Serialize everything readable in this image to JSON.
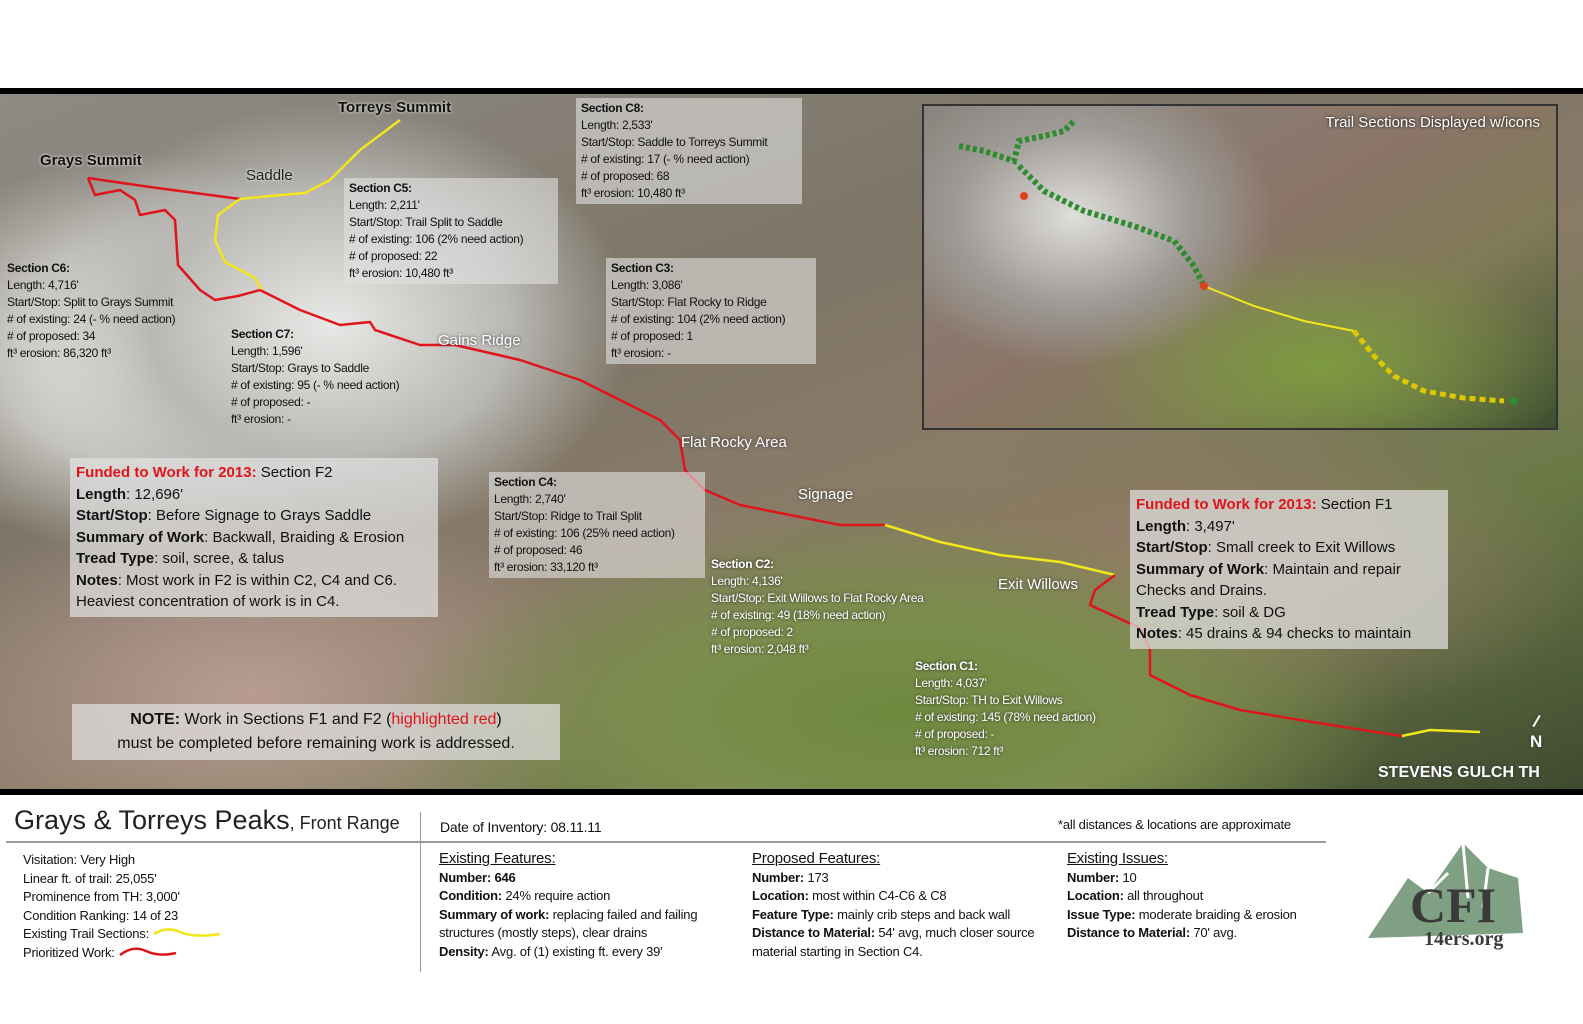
{
  "map": {
    "peaks": {
      "grays": "Grays Summit",
      "torreys": "Torreys Summit"
    },
    "places": {
      "saddle": "Saddle",
      "gains_ridge": "Gains Ridge",
      "flat_rocky": "Flat Rocky Area",
      "signage": "Signage",
      "exit_willows": "Exit Willows",
      "trailhead": "STEVENS GULCH TH",
      "north": "N"
    },
    "sections": [
      {
        "id": "C8",
        "title": "Section C8:",
        "length": "Length: 2,533'",
        "startstop": "Start/Stop: Saddle to Torreys Summit",
        "existing": "# of existing: 17 (- % need action)",
        "proposed": "# of proposed: 68",
        "erosion": "ft³ erosion: 10,480 ft³"
      },
      {
        "id": "C5",
        "title": "Section C5:",
        "length": "Length: 2,211'",
        "startstop": "Start/Stop: Trail Split to Saddle",
        "existing": "# of existing: 106 (2% need action)",
        "proposed": "# of proposed: 22",
        "erosion": "ft³ erosion: 10,480 ft³"
      },
      {
        "id": "C6",
        "title": "Section C6:",
        "length": "Length: 4,716'",
        "startstop": "Start/Stop: Split to Grays Summit",
        "existing": "# of existing: 24 (- % need action)",
        "proposed": "# of proposed: 34",
        "erosion": "ft³ erosion: 86,320 ft³"
      },
      {
        "id": "C7",
        "title": "Section C7:",
        "length": "Length: 1,596'",
        "startstop": "Start/Stop: Grays to Saddle",
        "existing": "# of existing: 95 (- % need action)",
        "proposed": "# of proposed: -",
        "erosion": "ft³ erosion: -"
      },
      {
        "id": "C3",
        "title": "Section C3:",
        "length": "Length: 3,086'",
        "startstop": "Start/Stop: Flat Rocky to Ridge",
        "existing": "# of existing: 104 (2% need action)",
        "proposed": "# of proposed: 1",
        "erosion": "ft³ erosion: -"
      },
      {
        "id": "C4",
        "title": "Section C4:",
        "length": "Length: 2,740'",
        "startstop": "Start/Stop: Ridge to Trail Split",
        "existing": "# of existing: 106 (25% need action)",
        "proposed": "# of proposed: 46",
        "erosion": "ft³ erosion: 33,120 ft³"
      },
      {
        "id": "C2",
        "title": "Section C2:",
        "length": "Length: 4,136'",
        "startstop": "Start/Stop: Exit Willows to Flat Rocky Area",
        "existing": "# of existing: 49 (18% need action)",
        "proposed": "# of proposed: 2",
        "erosion": "ft³ erosion: 2,048 ft³"
      },
      {
        "id": "C1",
        "title": "Section C1:",
        "length": "Length: 4,037'",
        "startstop": "Start/Stop: TH to Exit Willows",
        "existing": "# of existing: 145 (78% need action)",
        "proposed": "# of proposed: -",
        "erosion": "ft³ erosion: 712 ft³"
      }
    ],
    "funded": [
      {
        "id": "F2",
        "heading": "Funded to Work for 2013:",
        "section": " Section F2",
        "lines": [
          [
            "Length",
            "12,696'"
          ],
          [
            "Start/Stop",
            "Before Signage to Grays Saddle"
          ],
          [
            "Summary of Work",
            "Backwall, Braiding & Erosion"
          ],
          [
            "Tread Type",
            "soil, scree, & talus"
          ],
          [
            "Notes",
            "Most work in F2 is within C2, C4 and C6. Heaviest concentration of work is in C4."
          ]
        ]
      },
      {
        "id": "F1",
        "heading": "Funded to Work for 2013:",
        "section": " Section F1",
        "lines": [
          [
            "Length",
            "3,497'"
          ],
          [
            "Start/Stop",
            "Small creek to Exit Willows"
          ],
          [
            "Summary of Work",
            "Maintain and repair Checks and Drains."
          ],
          [
            "Tread Type",
            "soil & DG"
          ],
          [
            "Notes",
            "45 drains & 94 checks to maintain"
          ]
        ]
      }
    ],
    "note": {
      "label": "NOTE:",
      "text1": " Work in Sections F1 and F2 (",
      "highlight": "highlighted red",
      "text2": ")",
      "text3": "must be completed before remaining work is addressed."
    },
    "inset_title": "Trail Sections Displayed w/icons",
    "colors": {
      "existing": "#f2e61c",
      "prioritized": "#e0141b"
    }
  },
  "footer": {
    "title": "Grays & Torreys Peaks",
    "subtitle": ", Front Range",
    "date": "Date of Inventory: 08.11.11",
    "disclaimer": "*all distances & locations are approximate",
    "stats": [
      [
        "Visitation:",
        "Very High"
      ],
      [
        "Linear ft. of trail:",
        "25,055'"
      ],
      [
        "Prominence from TH:",
        "3,000'"
      ],
      [
        "Condition Ranking:",
        "14 of 23"
      ]
    ],
    "legend": {
      "existing": "Existing Trail Sections:",
      "prioritized": "Prioritized Work:"
    },
    "existing_features": {
      "heading": "Existing Features:",
      "lines": [
        [
          "Number:",
          "646"
        ],
        [
          "Condition:",
          "24% require action"
        ],
        [
          "Summary of work:",
          "replacing failed and failing structures (mostly steps), clear drains"
        ],
        [
          "Density:",
          "Avg. of (1) existing ft. every 39'"
        ]
      ]
    },
    "proposed_features": {
      "heading": "Proposed Features:",
      "lines": [
        [
          "Number:",
          "173"
        ],
        [
          "Location:",
          "most within C4-C6 & C8"
        ],
        [
          "Feature Type:",
          "mainly crib steps and back wall"
        ],
        [
          "Distance to Material:",
          "54' avg, much closer source material starting in Section C4."
        ]
      ]
    },
    "existing_issues": {
      "heading": "Existing Issues:",
      "lines": [
        [
          "Number:",
          "10"
        ],
        [
          "Location:",
          "all throughout"
        ],
        [
          "Issue Type:",
          "moderate braiding & erosion"
        ],
        [
          "Distance to Material:",
          "70' avg."
        ]
      ]
    },
    "logo": {
      "text": "CFI",
      "url": "14ers.org"
    }
  }
}
